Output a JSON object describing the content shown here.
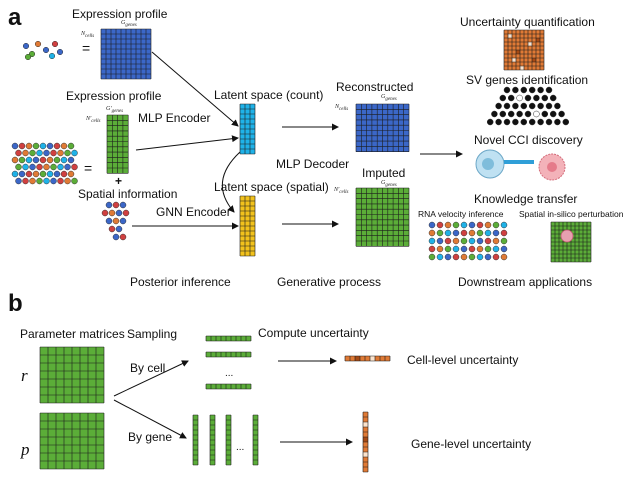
{
  "panel_a": {
    "label": "a",
    "expression_profile_top": "Expression profile",
    "expression_profile_mid": "Expression profile",
    "equals": "=",
    "plus": "+",
    "spatial_information": "Spatial information",
    "mlp_encoder": "MLP Encoder",
    "gnn_encoder": "GNN Encoder",
    "latent_count": "Latent space (count)",
    "latent_spatial": "Latent space (spatial)",
    "mlp_decoder": "MLP Decoder",
    "reconstructed": "Reconstructed",
    "imputed": "Imputed",
    "posterior_inference": "Posterior inference",
    "generative_process": "Generative process",
    "downstream_applications": "Downstream applications",
    "uncertainty_quantification": "Uncertainty quantification",
    "sv_genes": "SV genes identification",
    "novel_cci": "Novel CCI discovery",
    "knowledge_transfer": "Knowledge transfer",
    "rna_velocity": "RNA velocity inference",
    "spatial_perturbation": "Spatial in-silico perturbation",
    "n_cells": "N",
    "n_cells_sub": "cells",
    "g_genes": "G",
    "g_genes_sub": "genes",
    "n_prime": "N'",
    "g_prime": "G'"
  },
  "panel_b": {
    "label": "b",
    "parameter_matrices": "Parameter matrices",
    "sampling": "Sampling",
    "compute_uncertainty": "Compute uncertainty",
    "by_cell": "By cell",
    "by_gene": "By gene",
    "r": "r",
    "p": "p",
    "ellipsis": "...",
    "cell_level": "Cell-level uncertainty",
    "gene_level": "Gene-level uncertainty"
  },
  "colors": {
    "blue": "#3b67c8",
    "cyan": "#1fb2e8",
    "green": "#5bad38",
    "yellow": "#f2c21c",
    "orange": "#e07a35",
    "grid": "#1d1d1d"
  }
}
